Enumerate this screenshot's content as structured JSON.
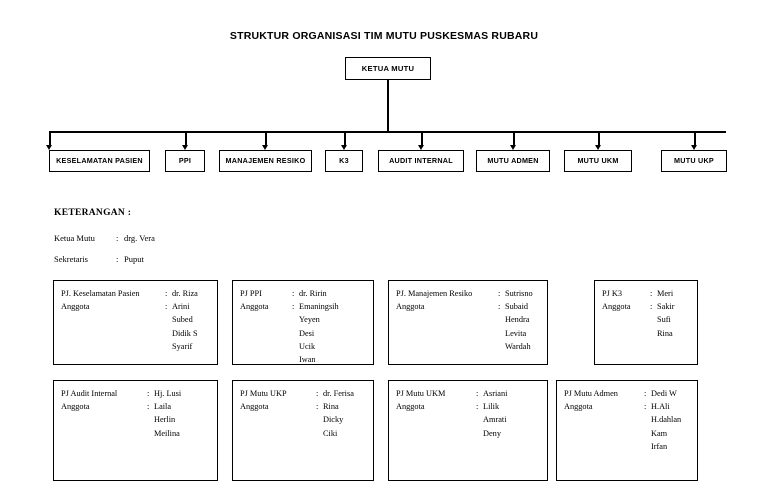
{
  "title": "STRUKTUR ORGANISASI TIM MUTU PUSKESMAS RUBARU",
  "chart": {
    "root": {
      "label": "KETUA MUTU"
    },
    "children": [
      {
        "label": "KESELAMATAN PASIEN"
      },
      {
        "label": "PPI"
      },
      {
        "label": "MANAJEMEN RESIKO"
      },
      {
        "label": "K3"
      },
      {
        "label": "AUDIT INTERNAL"
      },
      {
        "label": "MUTU ADMEN"
      },
      {
        "label": "MUTU UKM"
      },
      {
        "label": "MUTU UKP"
      }
    ]
  },
  "keterangan": {
    "heading": "KETERANGAN :",
    "rows": [
      {
        "label": "Ketua Mutu",
        "colon": ":",
        "value": "drg. Vera"
      },
      {
        "label": "Sekretaris",
        "colon": ":",
        "value": "Puput"
      }
    ]
  },
  "detail_boxes": [
    {
      "pj_label": "PJ. Keselamatan Pasien",
      "pj_colon": ":",
      "pj_value": "dr. Riza",
      "members_label": "Anggota",
      "members_colon": ":",
      "members": [
        "Arini",
        "Subed",
        "Didik S",
        "Syarif"
      ]
    },
    {
      "pj_label": "PJ PPI",
      "pj_colon": ":",
      "pj_value": "dr. Ririn",
      "members_label": "Anggota",
      "members_colon": ":",
      "members": [
        "Emaningsih",
        "Yeyen",
        "Desi",
        "Ucik",
        "Iwan"
      ]
    },
    {
      "pj_label": "PJ. Manajemen Resiko",
      "pj_colon": ":",
      "pj_value": "Sutrisno",
      "members_label": "Anggota",
      "members_colon": ":",
      "members": [
        "Subaid",
        "Hendra",
        "Levita",
        "Wardah"
      ]
    },
    {
      "pj_label": "PJ K3",
      "pj_colon": ":",
      "pj_value": "Meri",
      "members_label": "Anggota",
      "members_colon": ":",
      "members": [
        "Sakir",
        "Sufi",
        "Rina"
      ]
    },
    {
      "pj_label": "PJ Audit Internal",
      "pj_colon": ":",
      "pj_value": "Hj. Lusi",
      "members_label": "Anggota",
      "members_colon": ":",
      "members": [
        "Laila",
        "Herlin",
        "Meilina"
      ]
    },
    {
      "pj_label": "PJ Mutu UKP",
      "pj_colon": ":",
      "pj_value": "dr. Ferisa",
      "members_label": "Anggota",
      "members_colon": ":",
      "members": [
        "Rina",
        "Dicky",
        "Ciki"
      ]
    },
    {
      "pj_label": "PJ Mutu UKM",
      "pj_colon": ":",
      "pj_value": "Asriani",
      "members_label": "Anggota",
      "members_colon": ":",
      "members": [
        "Lilik",
        "Amrati",
        "Deny"
      ]
    },
    {
      "pj_label": "PJ Mutu Admen",
      "pj_colon": ":",
      "pj_value": "Dedi W",
      "members_label": "Anggota",
      "members_colon": ":",
      "members": [
        "H.Ali",
        "H.dahlan",
        "Kam",
        "Irfan"
      ]
    }
  ],
  "colors": {
    "background": "#ffffff",
    "line": "#000000",
    "text": "#000000"
  }
}
